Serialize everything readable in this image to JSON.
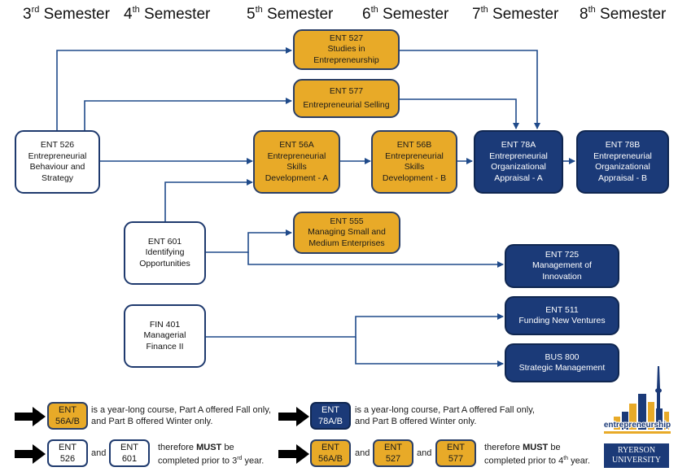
{
  "semesters": [
    {
      "num": "3",
      "suffix": "rd",
      "label": "Semester"
    },
    {
      "num": "4",
      "suffix": "th",
      "label": "Semester"
    },
    {
      "num": "5",
      "suffix": "th",
      "label": "Semester"
    },
    {
      "num": "6",
      "suffix": "th",
      "label": "Semester"
    },
    {
      "num": "7",
      "suffix": "th",
      "label": "Semester"
    },
    {
      "num": "8",
      "suffix": "th",
      "label": "Semester"
    }
  ],
  "courses": {
    "ent527": {
      "code": "ENT 527",
      "lines": [
        "Studies in",
        "Entrepreneurship"
      ]
    },
    "ent577": {
      "code": "ENT 577",
      "lines": [
        "Entrepreneurial Selling"
      ]
    },
    "ent526": {
      "code": "ENT 526",
      "lines": [
        "Entrepreneurial",
        "Behaviour and",
        "Strategy"
      ]
    },
    "ent56a": {
      "code": "ENT 56A",
      "lines": [
        "Entrepreneurial",
        "Skills",
        "Development - A"
      ]
    },
    "ent56b": {
      "code": "ENT 56B",
      "lines": [
        "Entrepreneurial",
        "Skills",
        "Development - B"
      ]
    },
    "ent78a": {
      "code": "ENT 78A",
      "lines": [
        "Entrepreneurial",
        "Organizational",
        "Appraisal - A"
      ]
    },
    "ent78b": {
      "code": "ENT 78B",
      "lines": [
        "Entrepreneurial",
        "Organizational",
        "Appraisal - B"
      ]
    },
    "ent601": {
      "code": "ENT 601",
      "lines": [
        "Identifying",
        "Opportunities"
      ]
    },
    "ent555": {
      "code": "ENT 555",
      "lines": [
        "Managing Small and",
        "Medium Enterprises"
      ]
    },
    "ent725": {
      "code": "ENT 725",
      "lines": [
        "Management of",
        "Innovation"
      ]
    },
    "fin401": {
      "code": "FIN 401",
      "lines": [
        "Managerial",
        "Finance II"
      ]
    },
    "ent511": {
      "code": "ENT 511",
      "lines": [
        "Funding New Ventures"
      ]
    },
    "bus800": {
      "code": "BUS 800",
      "lines": [
        "Strategic Management"
      ]
    }
  },
  "legend": {
    "gold_box": {
      "l1": "ENT",
      "l2": "56A/B"
    },
    "gold_text": [
      "is a year-long course, Part A offered Fall only,",
      "and Part B offered Winter only."
    ],
    "navy_box": {
      "l1": "ENT",
      "l2": "78A/B"
    },
    "navy_text": [
      "is a year-long course, Part A offered Fall only,",
      "and Part B offered Winter only."
    ],
    "req1_boxes": [
      {
        "l1": "ENT",
        "l2": "526"
      },
      {
        "l1": "ENT",
        "l2": "601"
      }
    ],
    "req1_and": "and",
    "req1_text": {
      "pre": "therefore ",
      "bold": "MUST",
      "post": " be",
      "line2_pre": "completed prior to 3",
      "sup": "rd",
      "line2_post": " year."
    },
    "req2_boxes": [
      {
        "l1": "ENT",
        "l2": "56A/B"
      },
      {
        "l1": "ENT",
        "l2": "527"
      },
      {
        "l1": "ENT",
        "l2": "577"
      }
    ],
    "req2_and": "and",
    "req2_text": {
      "pre": "therefore ",
      "bold": "MUST",
      "post": " be",
      "line2_pre": "completed prior to 4",
      "sup": "th",
      "line2_post": " year."
    }
  },
  "logos": {
    "entrepreneurship": "entrepreneurship",
    "ryerson_l1": "RYERSON",
    "ryerson_l2": "UNIVERSITY"
  },
  "colors": {
    "gold": "#e8aa28",
    "navy": "#1b3a78",
    "line": "#1f4a8a"
  }
}
